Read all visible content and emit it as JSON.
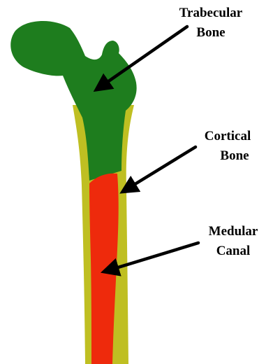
{
  "diagram": {
    "labels": {
      "trabecular_line1": "Trabecular",
      "trabecular_line2": "Bone",
      "cortical_line1": "Cortical",
      "cortical_line2": "Bone",
      "medullary_line1": "Medular",
      "medullary_line2": "Canal"
    },
    "colors": {
      "trabecular_bone": "#1e7d1e",
      "cortical_bone": "#bfbf22",
      "medullary_canal": "#ee2a0c",
      "arrow": "#000000",
      "background": "#ffffff"
    }
  }
}
